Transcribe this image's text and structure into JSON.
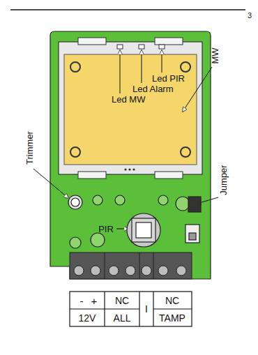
{
  "diagram": {
    "labels": [
      "3",
      "Led PIR",
      "Led Alarm",
      "Led MW",
      "MW",
      "Trimmer",
      "Jumper",
      "PIR",
      "-",
      "+",
      "NC",
      "I",
      "NC",
      "12V",
      "ALL",
      "TAMP"
    ]
  }
}
